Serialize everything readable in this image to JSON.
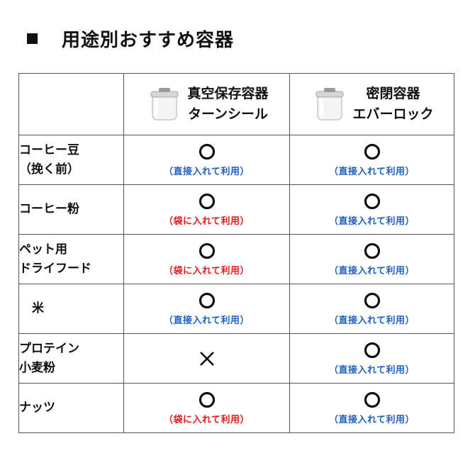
{
  "heading": {
    "title": "用途別おすすめ容器"
  },
  "columns": [
    {
      "line1": "真空保存容器",
      "line2": "ターンシール",
      "icon": "canister-jar-icon"
    },
    {
      "line1": "密閉容器",
      "line2": "エバーロック",
      "icon": "canister-jar-icon"
    }
  ],
  "colors": {
    "direct": "#1f5fbf",
    "bag": "#e01b1b",
    "border": "#555555"
  },
  "rows": [
    {
      "label1": "コーヒー豆",
      "label2": "（挽く前）",
      "c1": {
        "mark": "circle",
        "note": "（直接入れて利用）",
        "tone": "blue"
      },
      "c2": {
        "mark": "circle",
        "note": "（直接入れて利用）",
        "tone": "blue"
      }
    },
    {
      "label1": "コーヒー粉",
      "label2": "",
      "c1": {
        "mark": "circle",
        "note": "（袋に入れて利用）",
        "tone": "red"
      },
      "c2": {
        "mark": "circle",
        "note": "（直接入れて利用）",
        "tone": "blue"
      }
    },
    {
      "label1": "ペット用",
      "label2": "ドライフード",
      "c1": {
        "mark": "circle",
        "note": "（袋に入れて利用）",
        "tone": "red"
      },
      "c2": {
        "mark": "circle",
        "note": "（直接入れて利用）",
        "tone": "blue"
      }
    },
    {
      "label1": "米",
      "label2": "",
      "c1": {
        "mark": "circle",
        "note": "（直接入れて利用）",
        "tone": "blue"
      },
      "c2": {
        "mark": "circle",
        "note": "（直接入れて利用）",
        "tone": "blue"
      }
    },
    {
      "label1": "プロテイン",
      "label2": "小麦粉",
      "c1": {
        "mark": "cross",
        "note": "",
        "tone": ""
      },
      "c2": {
        "mark": "circle",
        "note": "（直接入れて利用）",
        "tone": "blue"
      }
    },
    {
      "label1": "ナッツ",
      "label2": "",
      "c1": {
        "mark": "circle",
        "note": "（袋に入れて利用）",
        "tone": "red"
      },
      "c2": {
        "mark": "circle",
        "note": "（直接入れて利用）",
        "tone": "blue"
      }
    }
  ]
}
